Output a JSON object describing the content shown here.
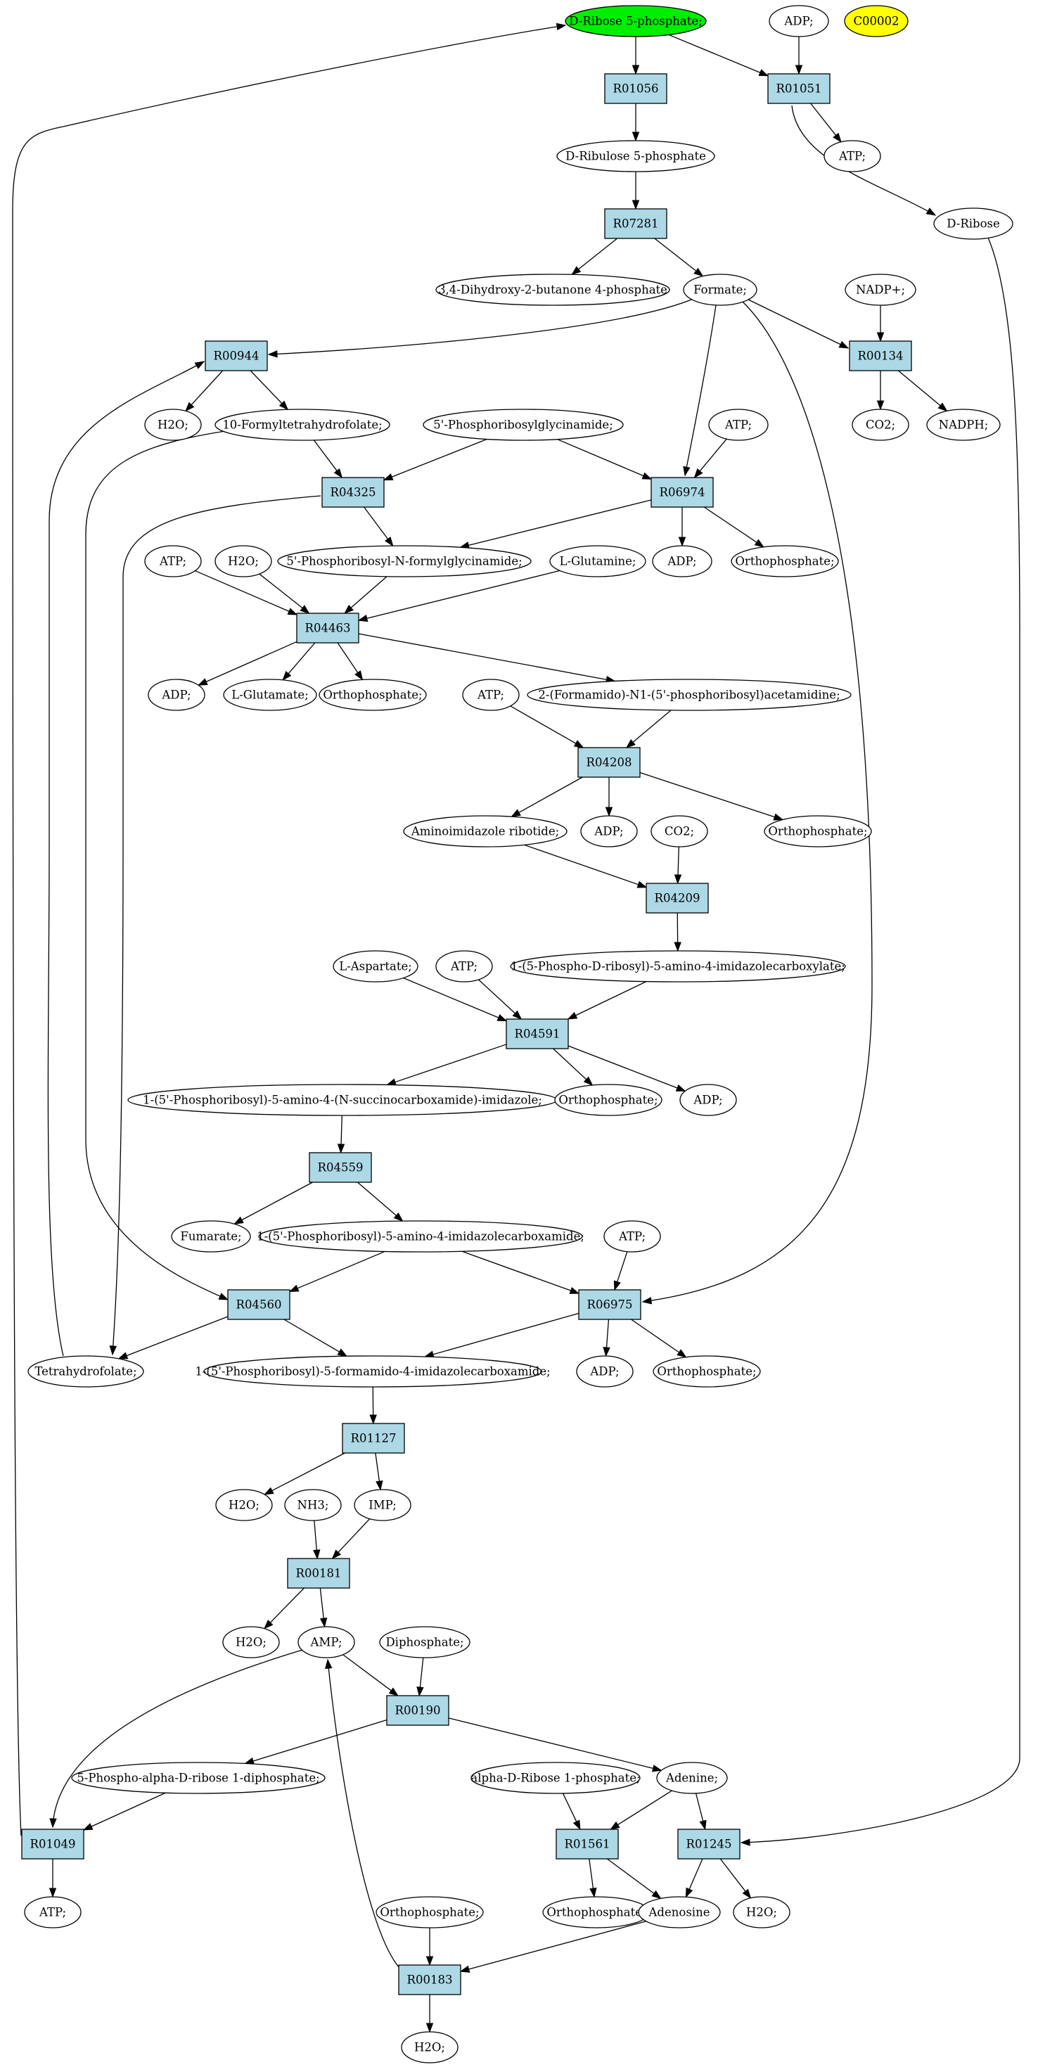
{
  "colors": {
    "reaction_fill": "#add8e6",
    "metabolite_fill": "#ffffff",
    "highlight_green": "#00ee00",
    "highlight_yellow": "#ffff00",
    "stroke": "#000000"
  },
  "nodes": [
    {
      "id": "dr5p",
      "label": "D-Ribose 5-phosphate;",
      "kind": "metabolite",
      "fill": "#00ee00"
    },
    {
      "id": "adp_top",
      "label": "ADP;",
      "kind": "metabolite"
    },
    {
      "id": "c00002",
      "label": "C00002",
      "kind": "metabolite",
      "fill": "#ffff00"
    },
    {
      "id": "r01056",
      "label": "R01056",
      "kind": "reaction"
    },
    {
      "id": "r01051",
      "label": "R01051",
      "kind": "reaction"
    },
    {
      "id": "dru5p",
      "label": "D-Ribulose 5-phosphate",
      "kind": "metabolite"
    },
    {
      "id": "atp_r01051",
      "label": "ATP;",
      "kind": "metabolite"
    },
    {
      "id": "dribose",
      "label": "D-Ribose",
      "kind": "metabolite"
    },
    {
      "id": "r07281",
      "label": "R07281",
      "kind": "reaction"
    },
    {
      "id": "dhb4p",
      "label": "3,4-Dihydroxy-2-butanone 4-phosphate",
      "kind": "metabolite"
    },
    {
      "id": "formate",
      "label": "Formate;",
      "kind": "metabolite"
    },
    {
      "id": "nadp",
      "label": "NADP+;",
      "kind": "metabolite"
    },
    {
      "id": "r00944",
      "label": "R00944",
      "kind": "reaction"
    },
    {
      "id": "r00134",
      "label": "R00134",
      "kind": "reaction"
    },
    {
      "id": "h2o_r00944",
      "label": "H2O;",
      "kind": "metabolite"
    },
    {
      "id": "fthf",
      "label": "10-Formyltetrahydrofolate;",
      "kind": "metabolite"
    },
    {
      "id": "gar",
      "label": "5'-Phosphoribosylglycinamide;",
      "kind": "metabolite"
    },
    {
      "id": "atp_r06974",
      "label": "ATP;",
      "kind": "metabolite"
    },
    {
      "id": "co2_r00134",
      "label": "CO2;",
      "kind": "metabolite"
    },
    {
      "id": "nadph",
      "label": "NADPH;",
      "kind": "metabolite"
    },
    {
      "id": "r04325",
      "label": "R04325",
      "kind": "reaction"
    },
    {
      "id": "r06974",
      "label": "R06974",
      "kind": "reaction"
    },
    {
      "id": "atp_r04463",
      "label": "ATP;",
      "kind": "metabolite"
    },
    {
      "id": "h2o_r04463",
      "label": "H2O;",
      "kind": "metabolite"
    },
    {
      "id": "fgar",
      "label": "5'-Phosphoribosyl-N-formylglycinamide;",
      "kind": "metabolite"
    },
    {
      "id": "lgln",
      "label": "L-Glutamine;",
      "kind": "metabolite"
    },
    {
      "id": "adp_r06974",
      "label": "ADP;",
      "kind": "metabolite"
    },
    {
      "id": "pi_r06974",
      "label": "Orthophosphate;",
      "kind": "metabolite"
    },
    {
      "id": "r04463",
      "label": "R04463",
      "kind": "reaction"
    },
    {
      "id": "adp_r04463",
      "label": "ADP;",
      "kind": "metabolite"
    },
    {
      "id": "lglu",
      "label": "L-Glutamate;",
      "kind": "metabolite"
    },
    {
      "id": "pi_r04463",
      "label": "Orthophosphate;",
      "kind": "metabolite"
    },
    {
      "id": "atp_r04208",
      "label": "ATP;",
      "kind": "metabolite"
    },
    {
      "id": "fgam",
      "label": "2-(Formamido)-N1-(5'-phosphoribosyl)acetamidine;",
      "kind": "metabolite"
    },
    {
      "id": "r04208",
      "label": "R04208",
      "kind": "reaction"
    },
    {
      "id": "air",
      "label": "Aminoimidazole ribotide;",
      "kind": "metabolite"
    },
    {
      "id": "adp_r04208",
      "label": "ADP;",
      "kind": "metabolite"
    },
    {
      "id": "co2_r04209",
      "label": "CO2;",
      "kind": "metabolite"
    },
    {
      "id": "pi_r04208",
      "label": "Orthophosphate;",
      "kind": "metabolite"
    },
    {
      "id": "r04209",
      "label": "R04209",
      "kind": "reaction"
    },
    {
      "id": "laspartate",
      "label": "L-Aspartate;",
      "kind": "metabolite"
    },
    {
      "id": "atp_r04591",
      "label": "ATP;",
      "kind": "metabolite"
    },
    {
      "id": "cair",
      "label": "1-(5-Phospho-D-ribosyl)-5-amino-4-imidazolecarboxylate;",
      "kind": "metabolite"
    },
    {
      "id": "r04591",
      "label": "R04591",
      "kind": "reaction"
    },
    {
      "id": "saicar",
      "label": "1-(5'-Phosphoribosyl)-5-amino-4-(N-succinocarboxamide)-imidazole;",
      "kind": "metabolite"
    },
    {
      "id": "pi_r04591",
      "label": "Orthophosphate;",
      "kind": "metabolite"
    },
    {
      "id": "adp_r04591",
      "label": "ADP;",
      "kind": "metabolite"
    },
    {
      "id": "r04559",
      "label": "R04559",
      "kind": "reaction"
    },
    {
      "id": "fumarate",
      "label": "Fumarate;",
      "kind": "metabolite"
    },
    {
      "id": "aicar",
      "label": "1-(5'-Phosphoribosyl)-5-amino-4-imidazolecarboxamide;",
      "kind": "metabolite"
    },
    {
      "id": "atp_r06975",
      "label": "ATP;",
      "kind": "metabolite"
    },
    {
      "id": "r04560",
      "label": "R04560",
      "kind": "reaction"
    },
    {
      "id": "r06975",
      "label": "R06975",
      "kind": "reaction"
    },
    {
      "id": "thf",
      "label": "Tetrahydrofolate;",
      "kind": "metabolite"
    },
    {
      "id": "faicar",
      "label": "1-(5'-Phosphoribosyl)-5-formamido-4-imidazolecarboxamide;",
      "kind": "metabolite"
    },
    {
      "id": "adp_r06975",
      "label": "ADP;",
      "kind": "metabolite"
    },
    {
      "id": "pi_r06975",
      "label": "Orthophosphate;",
      "kind": "metabolite"
    },
    {
      "id": "r01127",
      "label": "R01127",
      "kind": "reaction"
    },
    {
      "id": "h2o_r01127",
      "label": "H2O;",
      "kind": "metabolite"
    },
    {
      "id": "nh3",
      "label": "NH3;",
      "kind": "metabolite"
    },
    {
      "id": "imp",
      "label": "IMP;",
      "kind": "metabolite"
    },
    {
      "id": "r00181",
      "label": "R00181",
      "kind": "reaction"
    },
    {
      "id": "h2o_r00181",
      "label": "H2O;",
      "kind": "metabolite"
    },
    {
      "id": "amp",
      "label": "AMP;",
      "kind": "metabolite"
    },
    {
      "id": "ppi",
      "label": "Diphosphate;",
      "kind": "metabolite"
    },
    {
      "id": "r00190",
      "label": "R00190",
      "kind": "reaction"
    },
    {
      "id": "prpp",
      "label": "5-Phospho-alpha-D-ribose 1-diphosphate;",
      "kind": "metabolite"
    },
    {
      "id": "adenine",
      "label": "Adenine;",
      "kind": "metabolite"
    },
    {
      "id": "ar1p",
      "label": "alpha-D-Ribose 1-phosphate;",
      "kind": "metabolite"
    },
    {
      "id": "r01049",
      "label": "R01049",
      "kind": "reaction"
    },
    {
      "id": "r01561",
      "label": "R01561",
      "kind": "reaction"
    },
    {
      "id": "r01245",
      "label": "R01245",
      "kind": "reaction"
    },
    {
      "id": "atp_r01049",
      "label": "ATP;",
      "kind": "metabolite"
    },
    {
      "id": "pi_r00183",
      "label": "Orthophosphate;",
      "kind": "metabolite"
    },
    {
      "id": "pi_r01561",
      "label": "Orthophosphate;",
      "kind": "metabolite"
    },
    {
      "id": "adenosine",
      "label": "Adenosine",
      "kind": "metabolite"
    },
    {
      "id": "h2o_r01245",
      "label": "H2O;",
      "kind": "metabolite"
    },
    {
      "id": "r00183",
      "label": "R00183",
      "kind": "reaction"
    },
    {
      "id": "h2o_r00183",
      "label": "H2O;",
      "kind": "metabolite"
    }
  ],
  "edges": [
    {
      "from": "dr5p",
      "to": "r01056"
    },
    {
      "from": "dr5p",
      "to": "r01051"
    },
    {
      "from": "adp_top",
      "to": "r01051"
    },
    {
      "from": "r01056",
      "to": "dru5p"
    },
    {
      "from": "r01051",
      "to": "atp_r01051"
    },
    {
      "from": "r01051",
      "to": "dribose"
    },
    {
      "from": "dru5p",
      "to": "r07281"
    },
    {
      "from": "r07281",
      "to": "dhb4p"
    },
    {
      "from": "r07281",
      "to": "formate"
    },
    {
      "from": "formate",
      "to": "r00944"
    },
    {
      "from": "formate",
      "to": "r00134"
    },
    {
      "from": "formate",
      "to": "r06974"
    },
    {
      "from": "formate",
      "to": "r06975"
    },
    {
      "from": "nadp",
      "to": "r00134"
    },
    {
      "from": "r00944",
      "to": "h2o_r00944"
    },
    {
      "from": "r00944",
      "to": "fthf"
    },
    {
      "from": "r00134",
      "to": "co2_r00134"
    },
    {
      "from": "r00134",
      "to": "nadph"
    },
    {
      "from": "fthf",
      "to": "r04325"
    },
    {
      "from": "fthf",
      "to": "r04560"
    },
    {
      "from": "gar",
      "to": "r04325"
    },
    {
      "from": "gar",
      "to": "r06974"
    },
    {
      "from": "atp_r06974",
      "to": "r06974"
    },
    {
      "from": "r04325",
      "to": "fgar"
    },
    {
      "from": "r04325",
      "to": "thf"
    },
    {
      "from": "r06974",
      "to": "fgar"
    },
    {
      "from": "r06974",
      "to": "adp_r06974"
    },
    {
      "from": "r06974",
      "to": "pi_r06974"
    },
    {
      "from": "atp_r04463",
      "to": "r04463"
    },
    {
      "from": "h2o_r04463",
      "to": "r04463"
    },
    {
      "from": "fgar",
      "to": "r04463"
    },
    {
      "from": "lgln",
      "to": "r04463"
    },
    {
      "from": "r04463",
      "to": "adp_r04463"
    },
    {
      "from": "r04463",
      "to": "lglu"
    },
    {
      "from": "r04463",
      "to": "pi_r04463"
    },
    {
      "from": "r04463",
      "to": "fgam"
    },
    {
      "from": "atp_r04208",
      "to": "r04208"
    },
    {
      "from": "fgam",
      "to": "r04208"
    },
    {
      "from": "r04208",
      "to": "air"
    },
    {
      "from": "r04208",
      "to": "adp_r04208"
    },
    {
      "from": "r04208",
      "to": "pi_r04208"
    },
    {
      "from": "air",
      "to": "r04209"
    },
    {
      "from": "co2_r04209",
      "to": "r04209"
    },
    {
      "from": "r04209",
      "to": "cair"
    },
    {
      "from": "laspartate",
      "to": "r04591"
    },
    {
      "from": "atp_r04591",
      "to": "r04591"
    },
    {
      "from": "cair",
      "to": "r04591"
    },
    {
      "from": "r04591",
      "to": "saicar"
    },
    {
      "from": "r04591",
      "to": "pi_r04591"
    },
    {
      "from": "r04591",
      "to": "adp_r04591"
    },
    {
      "from": "saicar",
      "to": "r04559"
    },
    {
      "from": "r04559",
      "to": "fumarate"
    },
    {
      "from": "r04559",
      "to": "aicar"
    },
    {
      "from": "aicar",
      "to": "r04560"
    },
    {
      "from": "aicar",
      "to": "r06975"
    },
    {
      "from": "atp_r06975",
      "to": "r06975"
    },
    {
      "from": "r04560",
      "to": "thf"
    },
    {
      "from": "r04560",
      "to": "faicar"
    },
    {
      "from": "r06975",
      "to": "faicar"
    },
    {
      "from": "r06975",
      "to": "adp_r06975"
    },
    {
      "from": "r06975",
      "to": "pi_r06975"
    },
    {
      "from": "thf",
      "to": "r00944"
    },
    {
      "from": "faicar",
      "to": "r01127"
    },
    {
      "from": "r01127",
      "to": "h2o_r01127"
    },
    {
      "from": "r01127",
      "to": "imp"
    },
    {
      "from": "nh3",
      "to": "r00181"
    },
    {
      "from": "imp",
      "to": "r00181"
    },
    {
      "from": "r00181",
      "to": "h2o_r00181"
    },
    {
      "from": "r00181",
      "to": "amp"
    },
    {
      "from": "amp",
      "to": "r00190"
    },
    {
      "from": "amp",
      "to": "r01049"
    },
    {
      "from": "ppi",
      "to": "r00190"
    },
    {
      "from": "r00190",
      "to": "prpp"
    },
    {
      "from": "r00190",
      "to": "adenine"
    },
    {
      "from": "prpp",
      "to": "r01049"
    },
    {
      "from": "r01049",
      "to": "atp_r01049"
    },
    {
      "from": "r01049",
      "to": "dr5p"
    },
    {
      "from": "ar1p",
      "to": "r01561"
    },
    {
      "from": "adenine",
      "to": "r01561"
    },
    {
      "from": "adenine",
      "to": "r01245"
    },
    {
      "from": "dribose",
      "to": "r01245"
    },
    {
      "from": "r01561",
      "to": "pi_r01561"
    },
    {
      "from": "r01561",
      "to": "adenosine"
    },
    {
      "from": "r01245",
      "to": "adenosine"
    },
    {
      "from": "r01245",
      "to": "h2o_r01245"
    },
    {
      "from": "adenosine",
      "to": "r00183"
    },
    {
      "from": "pi_r00183",
      "to": "r00183"
    },
    {
      "from": "r00183",
      "to": "h2o_r00183"
    },
    {
      "from": "r00183",
      "to": "amp"
    }
  ]
}
